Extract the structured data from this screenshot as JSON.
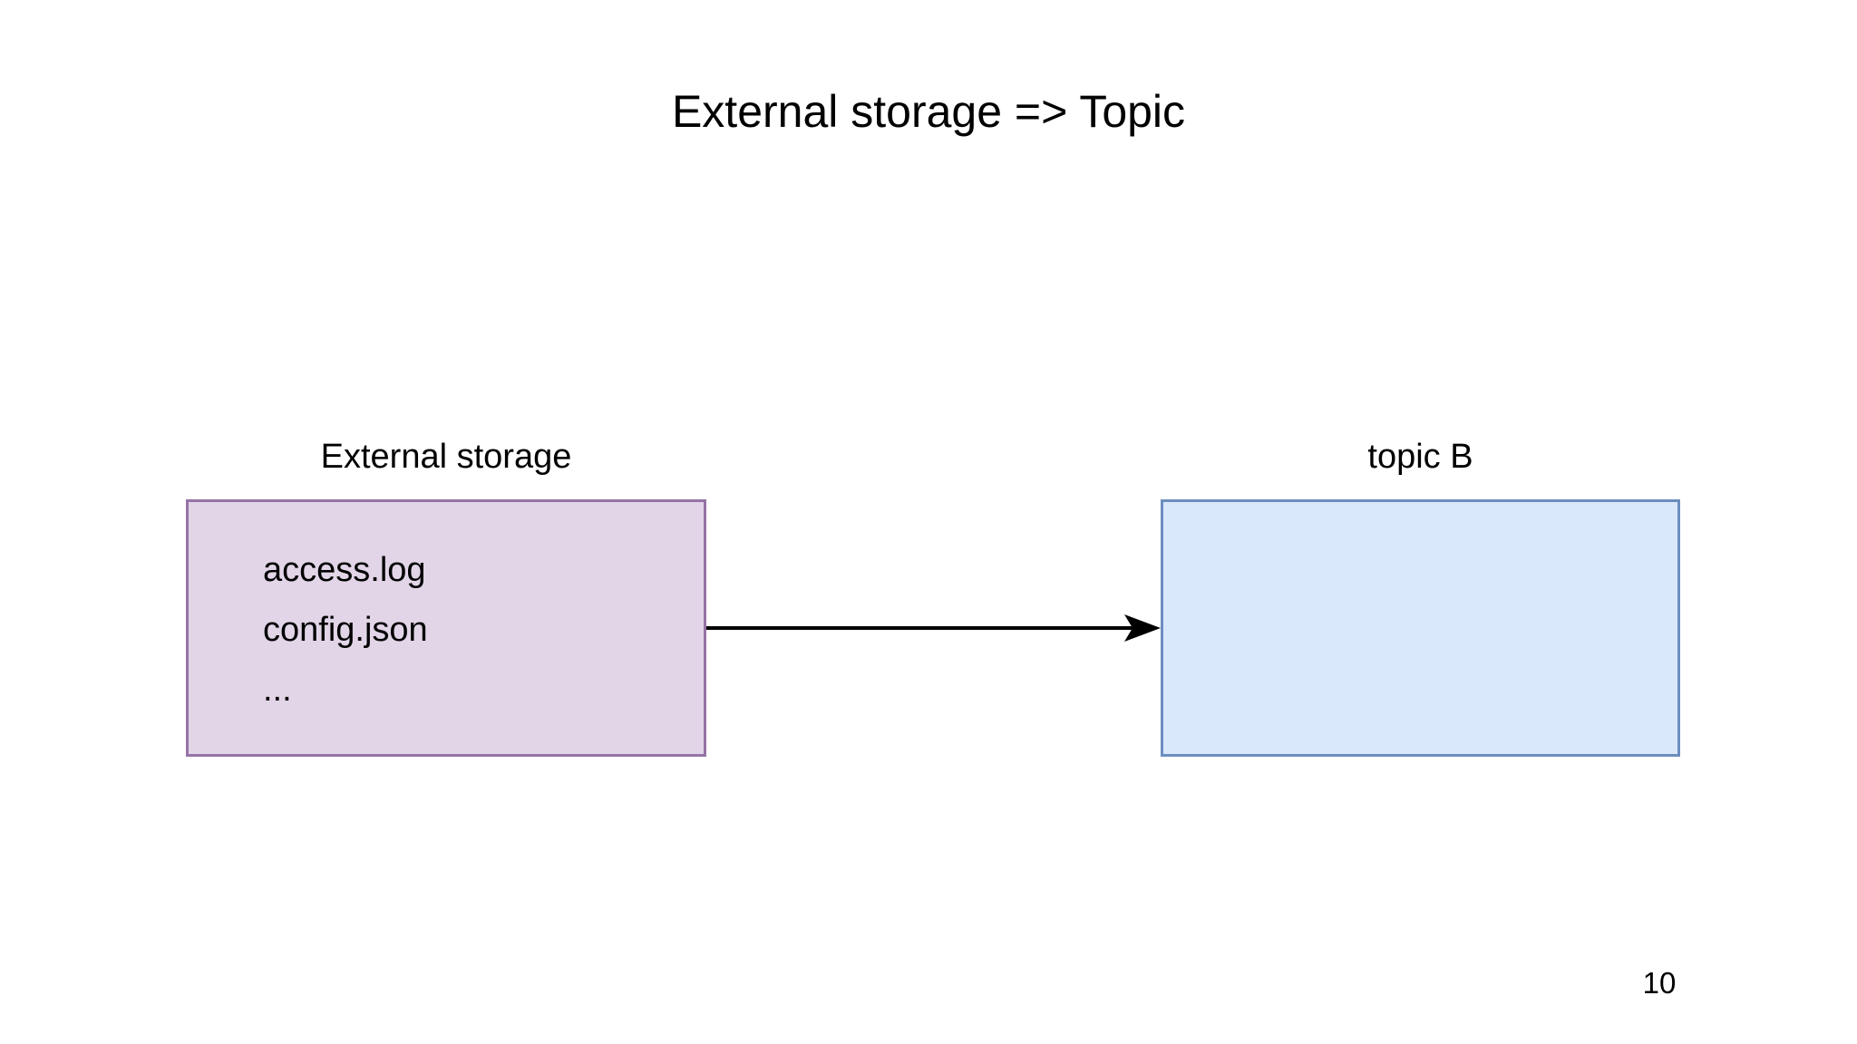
{
  "slide": {
    "title": "External storage => Topic",
    "page_number": "10",
    "background": "#ffffff",
    "text_color": "#000000"
  },
  "diagram": {
    "nodes": [
      {
        "id": "external-storage",
        "label": "External storage",
        "fill": "#e1d5e7",
        "stroke": "#9673a6",
        "items": [
          "access.log",
          "config.json",
          "..."
        ]
      },
      {
        "id": "topic-b",
        "label": "topic B",
        "fill": "#dae8fc",
        "stroke": "#6c8ebf",
        "items": []
      }
    ],
    "arrow": {
      "from": "External storage",
      "to": "topic B",
      "color": "#000000"
    }
  }
}
